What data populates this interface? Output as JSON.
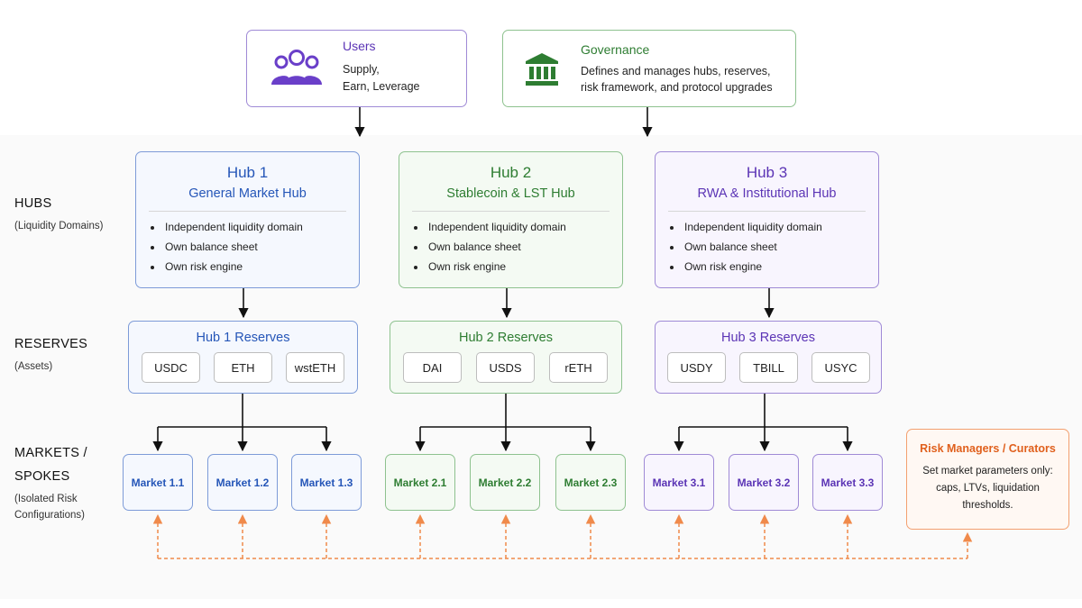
{
  "top": {
    "users": {
      "title": "Users",
      "lines": [
        "Supply,",
        "Earn, Leverage"
      ],
      "icon": "users-icon"
    },
    "governance": {
      "title": "Governance",
      "lines": [
        "Defines and manages hubs, reserves,",
        "risk framework, and protocol upgrades"
      ],
      "icon": "bank-icon"
    }
  },
  "side_labels": {
    "hubs": {
      "title": "HUBS",
      "sub": "(Liquidity Domains)"
    },
    "reserves": {
      "title": "RESERVES",
      "sub": "(Assets)"
    },
    "markets": {
      "title_1": "MARKETS /",
      "title_2": "SPOKES",
      "sub_1": "(Isolated Risk",
      "sub_2": "Configurations)"
    }
  },
  "hubs": [
    {
      "title": "Hub 1",
      "subtitle": "General Market Hub",
      "bullets": [
        "Independent liquidity domain",
        "Own balance sheet",
        "Own risk engine"
      ],
      "color": "#2556b8"
    },
    {
      "title": "Hub 2",
      "subtitle": "Stablecoin & LST Hub",
      "bullets": [
        "Independent liquidity domain",
        "Own balance sheet",
        "Own risk engine"
      ],
      "color": "#2e7d32"
    },
    {
      "title": "Hub 3",
      "subtitle": "RWA & Institutional Hub",
      "bullets": [
        "Independent liquidity domain",
        "Own balance sheet",
        "Own risk engine"
      ],
      "color": "#5b34b5"
    }
  ],
  "reserves": [
    {
      "title": "Hub 1 Reserves",
      "assets": [
        "USDC",
        "ETH",
        "wstETH"
      ]
    },
    {
      "title": "Hub 2 Reserves",
      "assets": [
        "DAI",
        "USDS",
        "rETH"
      ]
    },
    {
      "title": "Hub 3 Reserves",
      "assets": [
        "USDY",
        "TBILL",
        "USYC"
      ]
    }
  ],
  "markets": [
    [
      "Market 1.1",
      "Market 1.2",
      "Market 1.3"
    ],
    [
      "Market 2.1",
      "Market 2.2",
      "Market 2.3"
    ],
    [
      "Market 3.1",
      "Market 3.2",
      "Market 3.3"
    ]
  ],
  "risk_managers": {
    "title": "Risk Managers / Curators",
    "lines": [
      "Set market parameters only:",
      "caps, LTVs, liquidation",
      "thresholds."
    ],
    "color": "#e0601d"
  }
}
